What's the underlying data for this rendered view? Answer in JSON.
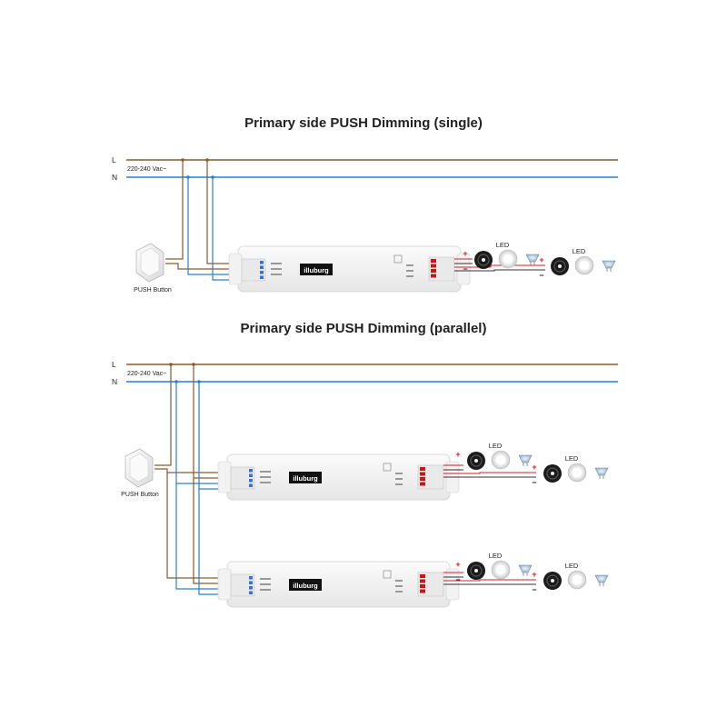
{
  "diagrams": [
    {
      "title": "Primary side PUSH Dimming (single)",
      "line_label": "L",
      "neutral_label": "N",
      "voltage_label": "220-240 Vac~",
      "button_label": "PUSH Button",
      "driver_brand": "illuburg",
      "led_label": "LED"
    },
    {
      "title": "Primary side PUSH Dimming (parallel)",
      "line_label": "L",
      "neutral_label": "N",
      "voltage_label": "220-240 Vac~",
      "button_label": "PUSH Button",
      "driver_brand": "illuburg",
      "led_label": "LED"
    }
  ],
  "polarity": {
    "plus": "+",
    "minus": "−"
  },
  "colors": {
    "live_wire": "#8a5a2b",
    "neutral_wire": "#2a7fd4",
    "positive_wire": "#d21f2a",
    "negative_wire": "#333333",
    "driver_body": "#f4f4f4"
  },
  "icons": [
    "push-button-icon",
    "led-strip-icon",
    "downlight-icon",
    "spot-bulb-icon"
  ]
}
